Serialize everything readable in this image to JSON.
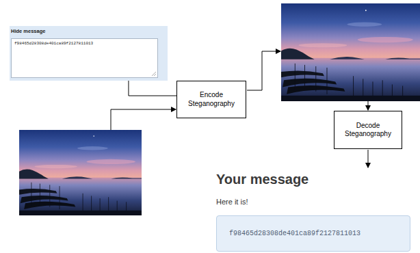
{
  "diagram": {
    "nodes": [
      {
        "text": [
          "Hide message"
        ]
      },
      {
        "text": [
          "f98465d28308de401ca89f2127811013"
        ],
        "in": 0
      },
      {
        "text": [
          "Encode Steganography"
        ]
      },
      {
        "text": [
          "Decode Steganography"
        ]
      },
      {
        "text": [
          "f98465d28308de401ca89f2127811013"
        ]
      }
    ],
    "edges": [
      {
        "from": 0,
        "to": 2,
        "arrow": "none"
      }
    ],
    "labels": [
      "Your message",
      "Here it is!"
    ]
  }
}
